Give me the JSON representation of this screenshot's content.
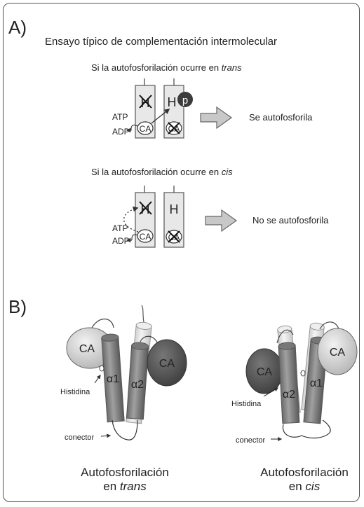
{
  "panel_a": {
    "label": "A)",
    "title": "Ensayo típico de complementación intermolecular",
    "trans_case": {
      "heading_prefix": "Si la autofosforilación ocurre en ",
      "heading_mode": "trans",
      "histidine_left": "H",
      "histidine_right": "H",
      "phospho": "p",
      "domain_left": "CA",
      "domain_right": "CA",
      "atp": "ATP",
      "adp": "ADP",
      "result": "Se autofosforila"
    },
    "cis_case": {
      "heading_prefix": "Si la autofosforilación ocurre en ",
      "heading_mode": "cis",
      "histidine_left": "H",
      "histidine_right": "H",
      "domain_left": "CA",
      "domain_right": "CA",
      "atp": "ATP",
      "adp": "ADP",
      "result": "No se autofosforila"
    }
  },
  "panel_b": {
    "label": "B)",
    "trans_model": {
      "ca_left": "CA",
      "ca_right": "CA",
      "helix_1": "α1",
      "helix_2": "α2",
      "histidine": "Histidina",
      "connector": "conector",
      "caption_line1": "Autofosforilación",
      "caption_prefix": "en ",
      "caption_mode": "trans"
    },
    "cis_model": {
      "ca_left": "CA",
      "ca_right": "CA",
      "helix_1": "α1",
      "helix_2": "α2",
      "histidine": "Histidina",
      "connector": "conector",
      "caption_line1": "Autofosforilación",
      "caption_prefix": "en ",
      "caption_mode": "cis"
    }
  },
  "colors": {
    "dark_ca": "#555555",
    "light_ca": "#d8d8d8",
    "helix": "#8a8a8a",
    "box": "#e8e8e8",
    "arrow_fill": "#c8c8c8"
  }
}
